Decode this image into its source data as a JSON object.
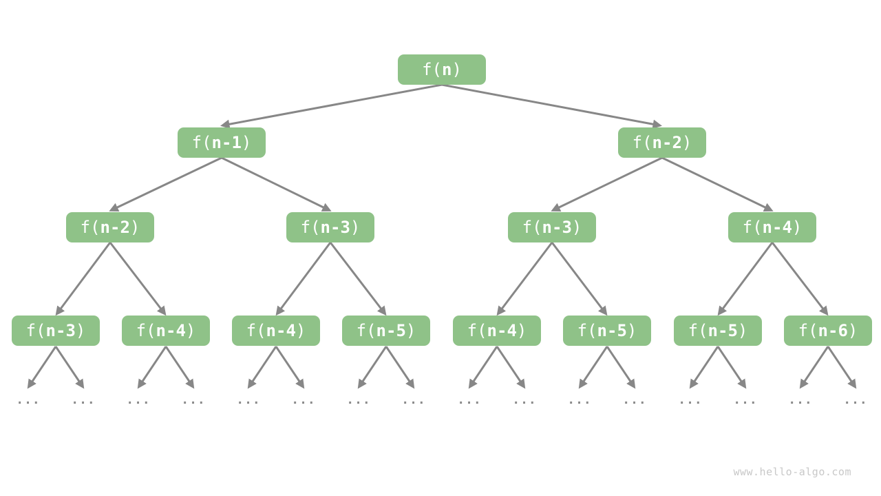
{
  "node_text": {
    "prefix": "f(",
    "suffix": ")"
  },
  "tree": {
    "root": {
      "arg": "n"
    },
    "level_2": [
      {
        "arg": "n-1"
      },
      {
        "arg": "n-2"
      }
    ],
    "level_3": [
      {
        "arg": "n-2"
      },
      {
        "arg": "n-3"
      },
      {
        "arg": "n-3"
      },
      {
        "arg": "n-4"
      }
    ],
    "level_4": [
      {
        "arg": "n-3"
      },
      {
        "arg": "n-4"
      },
      {
        "arg": "n-4"
      },
      {
        "arg": "n-5"
      },
      {
        "arg": "n-4"
      },
      {
        "arg": "n-5"
      },
      {
        "arg": "n-5"
      },
      {
        "arg": "n-6"
      }
    ]
  },
  "ellipsis": "...",
  "watermark": "www.hello-algo.com",
  "colors": {
    "node_fill": "#8FC288",
    "node_text": "#FFFFFF",
    "arrow": "#878787",
    "ellipsis": "#8A8A8A",
    "watermark": "#C8C8C8",
    "background": "#FFFFFF"
  }
}
